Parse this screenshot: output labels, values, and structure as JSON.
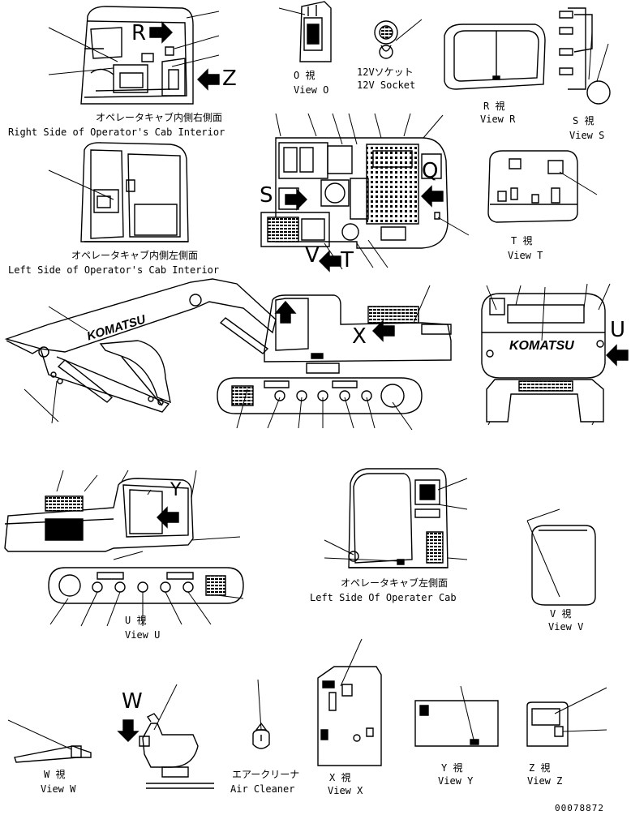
{
  "labels": {
    "cab_right_jp": "オペレータキャブ内側右側面",
    "cab_right_en": "Right Side of Operator's Cab Interior",
    "cab_left_jp": "オペレータキャブ内側左側面",
    "cab_left_en": "Left Side of Operator's Cab Interior",
    "view_o_jp": "O 視",
    "view_o_en": "View O",
    "socket_jp": "12Vソケット",
    "socket_en": "12V Socket",
    "view_r_jp": "R 視",
    "view_r_en": "View R",
    "view_s_jp": "S 視",
    "view_s_en": "View S",
    "view_t_jp": "T 視",
    "view_t_en": "View T",
    "cab_left_outer_jp": "オペレータキャブ左側面",
    "cab_left_outer_en": "Left Side Of Operater Cab",
    "view_u_jp": "U 視",
    "view_u_en": "View U",
    "view_v_jp": "V 視",
    "view_v_en": "View V",
    "view_w_jp": "W 視",
    "view_w_en": "View W",
    "aircleaner_jp": "エアークリーナ",
    "aircleaner_en": "Air Cleaner",
    "view_x_jp": "X 視",
    "view_x_en": "View X",
    "view_y_jp": "Y 視",
    "view_y_en": "View Y",
    "view_z_jp": "Z 視",
    "view_z_en": "View Z",
    "drawing_number": "00078872"
  },
  "view_letters": {
    "r": "R",
    "z": "Z",
    "o": "Q",
    "s": "S",
    "v": "V",
    "t": "T",
    "x": "X",
    "u": "U",
    "y": "Y",
    "w": "W"
  },
  "brand": "KOMATSU"
}
